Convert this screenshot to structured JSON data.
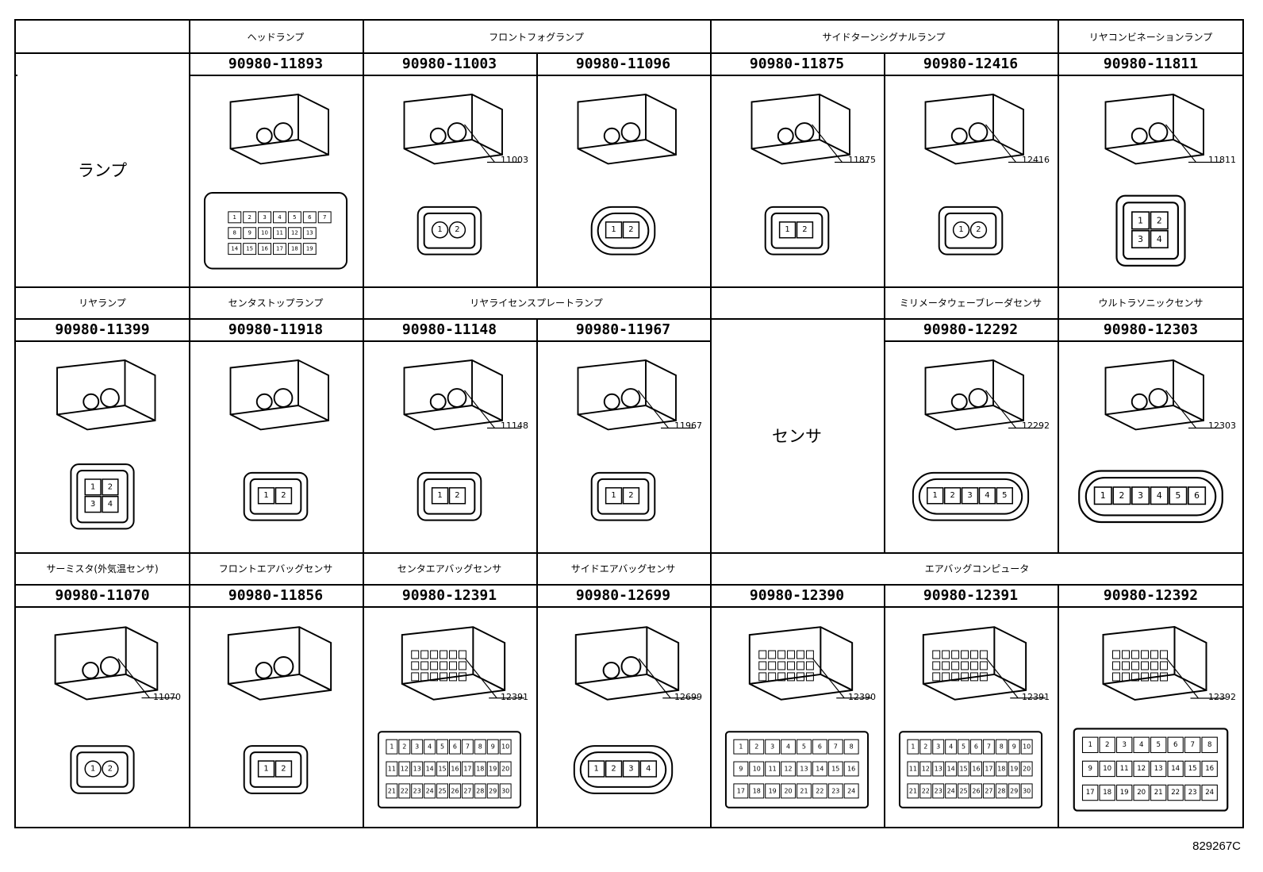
{
  "rows": [
    {
      "headers": [
        {
          "text": "",
          "col": 0,
          "span": 1
        },
        {
          "text": "ヘッドランプ",
          "col": 1,
          "span": 1
        },
        {
          "text": "フロントフォグランプ",
          "col": 2,
          "span": 2
        },
        {
          "text": "サイドターンシグナルランプ",
          "col": 4,
          "span": 2
        },
        {
          "text": "リヤコンビネーションランプ",
          "col": 6,
          "span": 1
        }
      ],
      "cells": [
        {
          "col": 0,
          "label": "ランプ"
        },
        {
          "col": 1,
          "part": "90980-11893",
          "pins": 19,
          "shape": "multi"
        },
        {
          "col": 2,
          "part": "90980-11003",
          "pins": 2,
          "callout": "11003",
          "shape": "round2"
        },
        {
          "col": 3,
          "part": "90980-11096",
          "pins": 2,
          "shape": "oval2"
        },
        {
          "col": 4,
          "part": "90980-11875",
          "pins": 2,
          "callout": "11875",
          "shape": "small2"
        },
        {
          "col": 5,
          "part": "90980-12416",
          "pins": 2,
          "callout": "12416",
          "shape": "round2b"
        },
        {
          "col": 6,
          "part": "90980-11811",
          "pins": 4,
          "callout": "11811",
          "shape": "quad"
        }
      ]
    },
    {
      "headers": [
        {
          "text": "リヤランプ",
          "col": 0,
          "span": 1
        },
        {
          "text": "センタストップランプ",
          "col": 1,
          "span": 1
        },
        {
          "text": "リヤライセンスプレートランプ",
          "col": 2,
          "span": 2
        },
        {
          "text": "",
          "col": 4,
          "span": 1
        },
        {
          "text": "ミリメータウェーブレーダセンサ",
          "col": 5,
          "span": 1
        },
        {
          "text": "ウルトラソニックセンサ",
          "col": 6,
          "span": 1
        }
      ],
      "cells": [
        {
          "col": 0,
          "part": "90980-11399",
          "pins": 4,
          "shape": "quad"
        },
        {
          "col": 1,
          "part": "90980-11918",
          "pins": 2,
          "shape": "small2"
        },
        {
          "col": 2,
          "part": "90980-11148",
          "pins": 2,
          "callout": "11148",
          "shape": "small2"
        },
        {
          "col": 3,
          "part": "90980-11967",
          "pins": 2,
          "callout": "11967",
          "shape": "small2"
        },
        {
          "col": 4,
          "label": "センサ"
        },
        {
          "col": 5,
          "part": "90980-12292",
          "pins": 5,
          "callout": "12292",
          "shape": "row5"
        },
        {
          "col": 6,
          "part": "90980-12303",
          "pins": 6,
          "callout": "12303",
          "shape": "row6"
        }
      ]
    },
    {
      "headers": [
        {
          "text": "サーミスタ(外気温センサ)",
          "col": 0,
          "span": 1
        },
        {
          "text": "フロントエアバッグセンサ",
          "col": 1,
          "span": 1
        },
        {
          "text": "センタエアバッグセンサ",
          "col": 2,
          "span": 1
        },
        {
          "text": "サイドエアバッグセンサ",
          "col": 3,
          "span": 1
        },
        {
          "text": "エアバッグコンピュータ",
          "col": 4,
          "span": 3
        }
      ],
      "cells": [
        {
          "col": 0,
          "part": "90980-11070",
          "pins": 2,
          "callout": "11070",
          "shape": "round2"
        },
        {
          "col": 1,
          "part": "90980-11856",
          "pins": 2,
          "shape": "small2"
        },
        {
          "col": 2,
          "part": "90980-12391",
          "pins": 30,
          "callout": "12391",
          "shape": "grid30"
        },
        {
          "col": 3,
          "part": "90980-12699",
          "pins": 4,
          "callout": "12699",
          "shape": "row4"
        },
        {
          "col": 4,
          "part": "90980-12390",
          "pins": 24,
          "callout": "12390",
          "shape": "grid24"
        },
        {
          "col": 5,
          "part": "90980-12391",
          "pins": 30,
          "callout": "12391",
          "shape": "grid30"
        },
        {
          "col": 6,
          "part": "90980-12392",
          "pins": 24,
          "callout": "12392",
          "shape": "grid24"
        }
      ]
    }
  ],
  "footer_code": "829267C"
}
